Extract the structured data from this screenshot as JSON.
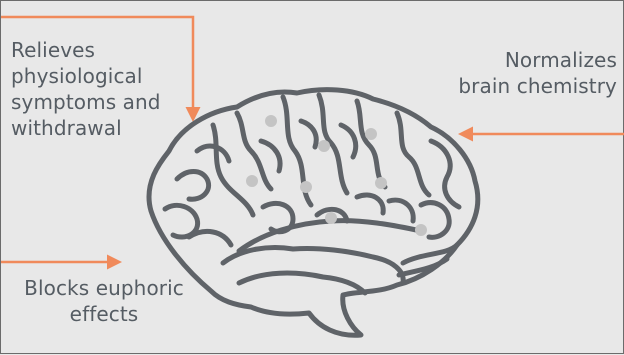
{
  "labels": {
    "relieves": [
      "Relieves",
      "physiological",
      "symptoms and",
      "withdrawal"
    ],
    "normalizes": [
      "Normalizes",
      "brain chemistry"
    ],
    "blocks": [
      "Blocks euphoric",
      "effects"
    ]
  },
  "colors": {
    "background": "#e8e8e8",
    "text": "#555c63",
    "arrow": "#f08a5b",
    "brain_outline": "#5f6368",
    "brain_dots": "#c4c4c4"
  },
  "icons": [
    "brain-icon",
    "arrow-down-icon",
    "arrow-left-icon",
    "arrow-right-icon"
  ]
}
